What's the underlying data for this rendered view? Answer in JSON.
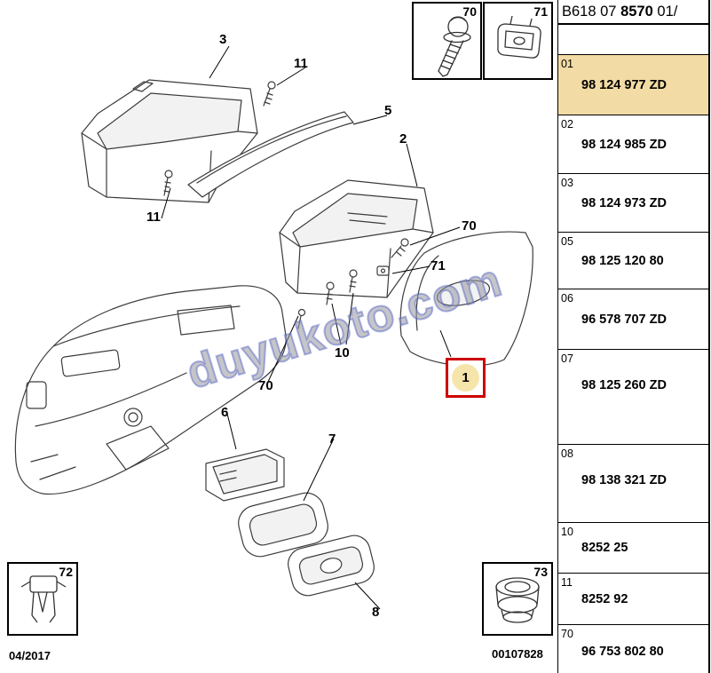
{
  "watermark": "duyukoto.com",
  "header": {
    "code_prefix": "B618 07",
    "code_bold": "8570",
    "code_suffix": "01/"
  },
  "parts": [
    {
      "ref": "01",
      "part_number": "98 124 977 ZD",
      "highlighted": true
    },
    {
      "ref": "02",
      "part_number": "98 124 985 ZD",
      "highlighted": false
    },
    {
      "ref": "03",
      "part_number": "98 124 973 ZD",
      "highlighted": false
    },
    {
      "ref": "05",
      "part_number": "98 125 120 80",
      "highlighted": false
    },
    {
      "ref": "06",
      "part_number": "96 578 707 ZD",
      "highlighted": false
    },
    {
      "ref": "07",
      "part_number": "98 125 260 ZD",
      "highlighted": false
    },
    {
      "ref": "08",
      "part_number": "98 138 321 ZD",
      "highlighted": false
    },
    {
      "ref": "10",
      "part_number": "8252 25",
      "highlighted": false
    },
    {
      "ref": "11",
      "part_number": "8252 92",
      "highlighted": false
    },
    {
      "ref": "70",
      "part_number": "96 753 802 80",
      "highlighted": false
    }
  ],
  "insets": [
    {
      "ref": "70",
      "icon": "screw-icon"
    },
    {
      "ref": "71",
      "icon": "clip-nut-icon"
    },
    {
      "ref": "72",
      "icon": "retaining-clip-icon"
    },
    {
      "ref": "73",
      "icon": "grommet-icon"
    }
  ],
  "callouts": [
    "3",
    "11",
    "5",
    "2",
    "11",
    "70",
    "71",
    "10",
    "70",
    "6",
    "7",
    "8"
  ],
  "selection": {
    "label": "1"
  },
  "footer": {
    "date": "04/2017",
    "plate_number": "00107828"
  },
  "colors": {
    "highlight_row": "#f2dba4",
    "selection_box": "#cc0000",
    "selection_circle": "#f6e5ab"
  }
}
